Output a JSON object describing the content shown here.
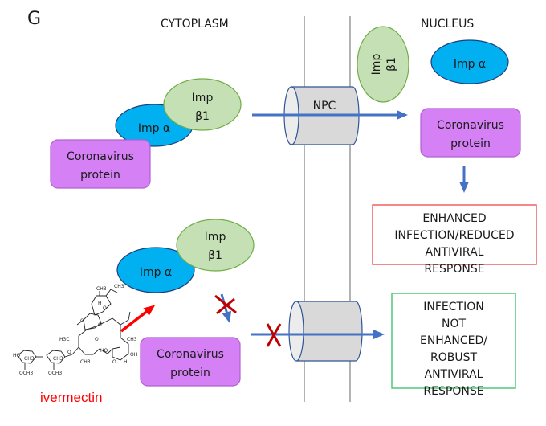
{
  "panel_label": "G",
  "regions": {
    "cytoplasm": "CYTOPLASM",
    "nucleus": "NUCLEUS"
  },
  "proteins": {
    "imp_alpha": "Imp α",
    "imp_beta1_line1": "Imp",
    "imp_beta1_line2": "β1",
    "coronavirus_line1": "Coronavirus",
    "coronavirus_line2": "protein"
  },
  "npc_label": "NPC",
  "drug": {
    "name": "ivermectin",
    "structure_labels": [
      "CH3",
      "CH3",
      "H",
      "O",
      "O",
      "O",
      "H3C",
      "O",
      "HO",
      "CH3",
      "OH",
      "HO",
      "CH3",
      "CH3",
      "O",
      "CH3",
      "OCH3",
      "OCH3",
      "O",
      "H"
    ]
  },
  "outcomes": {
    "enhanced": [
      "ENHANCED",
      "INFECTION/REDUCED",
      "ANTIVIRAL",
      "RESPONSE"
    ],
    "not_enhanced": [
      "INFECTION",
      "NOT",
      "ENHANCED/",
      "ROBUST",
      "ANTIVIRAL",
      "RESPONSE"
    ]
  },
  "colors": {
    "imp_alpha_fill": "#00b0f0",
    "imp_alpha_stroke": "#1f3f7a",
    "imp_beta_fill": "#c5e0b4",
    "imp_beta_stroke": "#70ad47",
    "coronavirus_fill": "#d580f5",
    "coronavirus_stroke": "#b060d0",
    "arrow_blue": "#4472c4",
    "inhibit_red": "#c00000",
    "ivermectin_red": "#ff0000",
    "enhanced_box": "#f06060",
    "not_enhanced_box": "#50c878",
    "npc_fill": "#d9d9d9"
  }
}
